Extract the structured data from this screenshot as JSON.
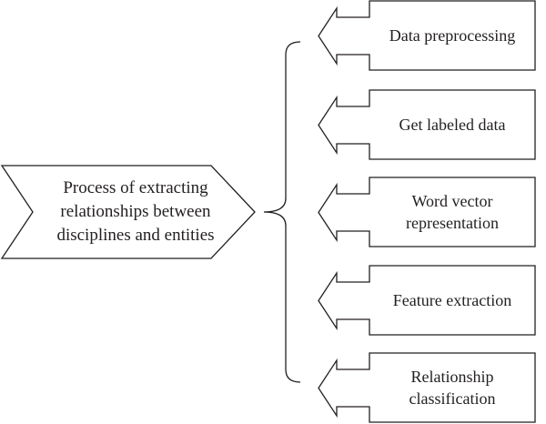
{
  "main": {
    "label": "Process of extracting\nrelationships between\ndisciplines and entities"
  },
  "steps": [
    {
      "label": "Data preprocessing"
    },
    {
      "label": "Get labeled data"
    },
    {
      "label": "Word vector\nrepresentation"
    },
    {
      "label": "Feature extraction"
    },
    {
      "label": "Relationship\nclassification"
    }
  ],
  "style": {
    "stroke": "#231f20",
    "fill": "#ffffff",
    "text": "#231f20"
  }
}
